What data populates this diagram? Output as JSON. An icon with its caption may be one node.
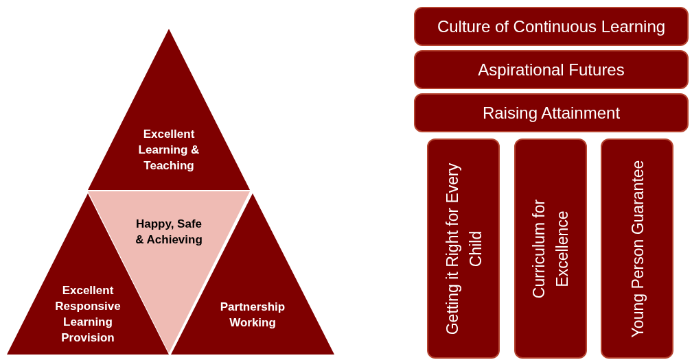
{
  "diagram": {
    "nodes": [
      {
        "text": [
          "Excellent Learning & Teaching"
        ]
      },
      {
        "text": [
          "Happy, Safe & Achieving"
        ]
      },
      {
        "text": [
          "Excellent Responsive Learning Provision"
        ]
      },
      {
        "text": [
          "Partnership Working"
        ]
      },
      {
        "text": [
          "Culture of Continuous Learning"
        ]
      },
      {
        "text": [
          "Aspirational Futures"
        ]
      },
      {
        "text": [
          "Raising Attainment"
        ]
      },
      {
        "text": [
          "Getting it Right for Every Child"
        ]
      },
      {
        "text": [
          "Curriculum for Excellence"
        ]
      },
      {
        "text": [
          "Young Person Guarantee"
        ]
      }
    ]
  }
}
